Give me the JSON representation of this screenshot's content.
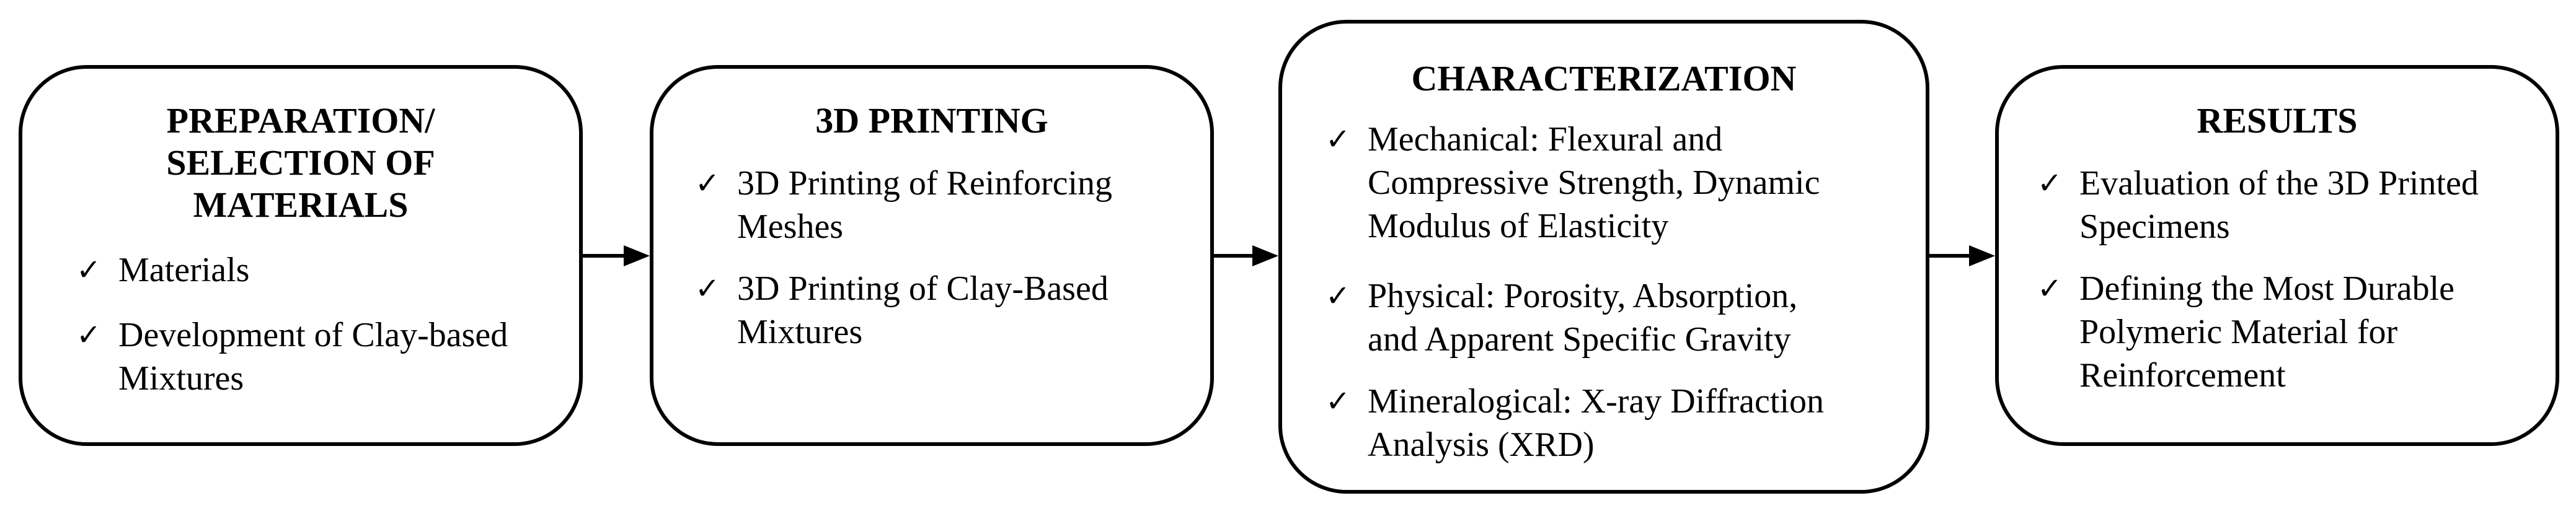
{
  "steps": [
    {
      "title_lines": [
        "PREPARATION/",
        "SELECTION OF",
        "MATERIALS"
      ],
      "items": [
        {
          "lines": [
            "Materials"
          ]
        },
        {
          "lines": [
            "Development of Clay-based",
            "Mixtures"
          ]
        }
      ]
    },
    {
      "title_lines": [
        "3D PRINTING"
      ],
      "items": [
        {
          "lines": [
            "3D Printing of Reinforcing",
            "Meshes"
          ]
        },
        {
          "lines": [
            "3D Printing of Clay-Based",
            "Mixtures"
          ]
        }
      ]
    },
    {
      "title_lines": [
        "CHARACTERIZATION"
      ],
      "items": [
        {
          "lines": [
            "Mechanical: Flexural and",
            "Compressive Strength, Dynamic",
            "Modulus of Elasticity"
          ]
        },
        {
          "lines": [
            "Physical: Porosity, Absorption,",
            "and Apparent Specific Gravity"
          ]
        },
        {
          "lines": [
            "Mineralogical: X-ray Diffraction",
            "Analysis (XRD)"
          ]
        }
      ]
    },
    {
      "title_lines": [
        "RESULTS"
      ],
      "items": [
        {
          "lines": [
            "Evaluation of the 3D Printed",
            "Specimens"
          ]
        },
        {
          "lines": [
            "Defining the Most Durable",
            "Polymeric Material for",
            "Reinforcement"
          ]
        }
      ]
    }
  ],
  "check_symbol": "✓"
}
